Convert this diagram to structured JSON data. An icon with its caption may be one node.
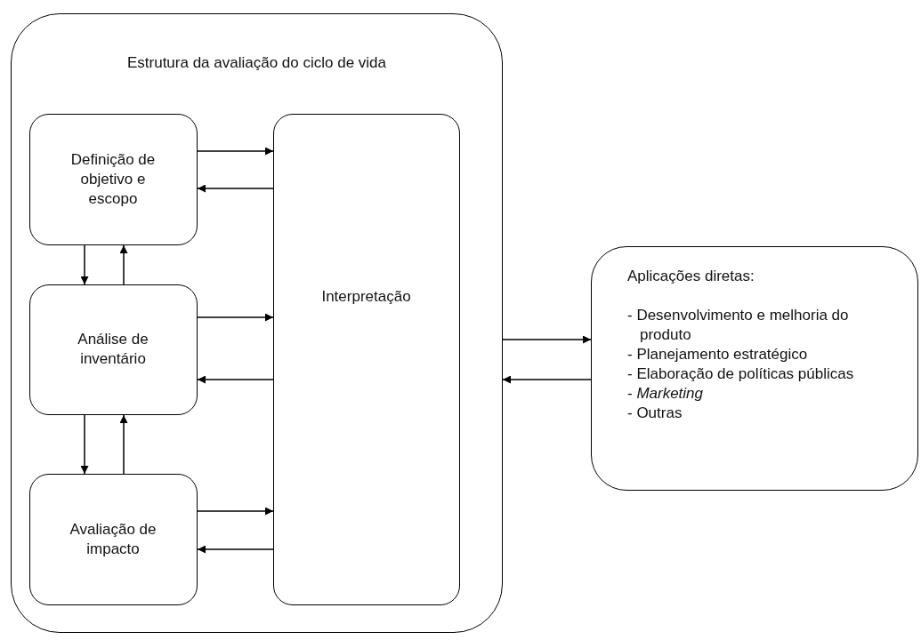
{
  "diagram": {
    "nodes": [
      {
        "text": [
          "Estrutura da avaliação do ciclo de vida"
        ]
      },
      {
        "text": [
          "Definição de objetivo e escopo"
        ],
        "in": 0
      },
      {
        "text": [
          "Análise de inventário"
        ],
        "in": 0
      },
      {
        "text": [
          "Avaliação de impacto"
        ],
        "in": 0
      },
      {
        "text": [
          "Interpretação"
        ],
        "in": 0
      },
      {
        "text": [
          "Aplicações diretas:",
          "- Desenvolvimento e melhoria do produto",
          "- Planejamento estratégico",
          "- Elaboração de políticas públicas",
          "- *Marketing*",
          "- Outras"
        ]
      }
    ],
    "edges": [
      {
        "from": 1,
        "to": 4,
        "arrow": "to"
      },
      {
        "from": 4,
        "to": 1,
        "arrow": "to"
      },
      {
        "from": 2,
        "to": 4,
        "arrow": "to"
      },
      {
        "from": 4,
        "to": 2,
        "arrow": "to"
      },
      {
        "from": 3,
        "to": 4,
        "arrow": "to"
      },
      {
        "from": 4,
        "to": 3,
        "arrow": "to"
      },
      {
        "from": 1,
        "to": 2,
        "arrow": "to"
      },
      {
        "from": 2,
        "to": 1,
        "arrow": "to"
      },
      {
        "from": 2,
        "to": 3,
        "arrow": "to"
      },
      {
        "from": 3,
        "to": 2,
        "arrow": "to"
      },
      {
        "from": 0,
        "to": 5,
        "arrow": "to"
      },
      {
        "from": 5,
        "to": 0,
        "arrow": "to"
      }
    ]
  }
}
